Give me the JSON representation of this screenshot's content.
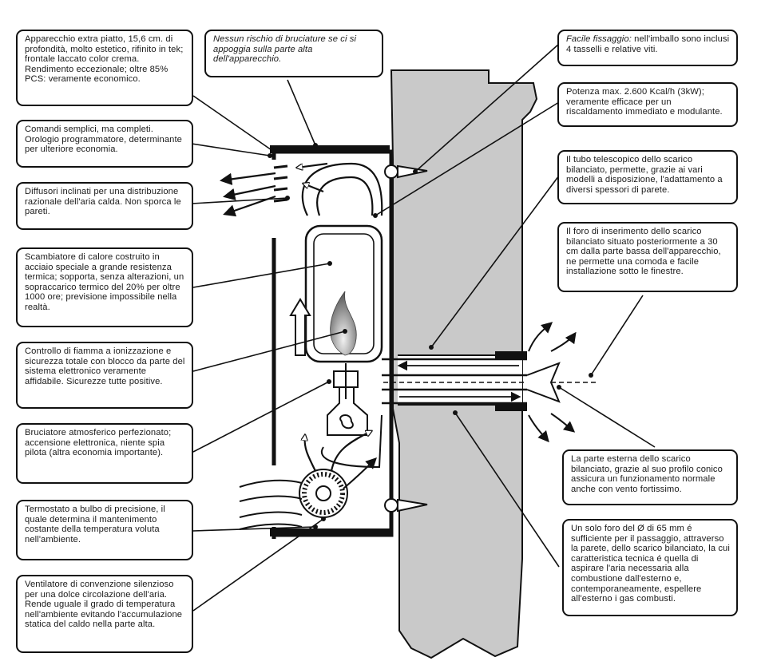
{
  "callouts": {
    "design": "Apparecchio extra piatto, 15,6 cm. di profondità, molto estetico, rifinito in tek; frontale laccato color crema. Rendimento eccezionale; oltre 85% PCS: veramente economico.",
    "burn_risk": "Nessun rischio di bruciature se ci si appoggia sulla parte alta dell'apparecchio.",
    "fixing_lead": "Facile fissaggio:",
    "fixing_rest": "nell'imballo sono inclusi 4 tasselli e relative viti.",
    "power": "Potenza max. 2.600 Kcal/h (3kW); veramente efficace per un riscaldamento immediato e modulante.",
    "controls_main": "Comandi semplici, ma completi. Orologio programmatore, determinante per ulteriore economia.",
    "diffusers": "Diffusori inclinati per una distribuzione razionale dell'aria calda. Non sporca le pareti.",
    "telescopic_tube": "Il tubo telescopico dello scarico bilanciato, permette, grazie ai vari modelli a disposizione, l'adattamento a diversi spessori di parete.",
    "inlet_hole": "Il foro di inserimento dello scarico bilanciato situato posteriormente a 30 cm dalla parte bassa dell'apparecchio, ne permette una comoda e facile installazione sotto le finestre.",
    "heat_exchanger": "Scambiatore di calore costruito in acciaio speciale a grande resistenza termica; sopporta, senza alterazioni, un sopraccarico termico del 20% per oltre 1000 ore; previsione impossibile nella realtà.",
    "flame_control_main": "Controllo di fiamma a ionizzazione e sicurezza totale con blocco da parte del sistema elettronico veramente affidabile. Sicurezze tutte positive.",
    "burner": "Bruciatore atmosferico perfezionato; accensione elettronica, niente spia pilota (altra economia importante).",
    "external_outlet": "La parte esterna dello scarico bilanciato, grazie al suo profilo conico assicura un funzionamento normale anche con vento fortissimo.",
    "thermostat": "Termostato a bulbo di precisione, il quale determina il mantenimento costante della temperatura voluta nell'ambiente.",
    "single_hole": "Un solo foro del Ø di 65 mm é sufficiente per il passaggio, attraverso la parete, dello scarico bilanciato, la cui caratteristica tecnica é quella di aspirare l'aria necessaria alla combustione dall'esterno e, contemporaneamente, espellere all'esterno i gas combusti.",
    "fan": "Ventilatore di convenzione silenzioso per una dolce circolazione dell'aria. Rende uguale il grado di temperatura nell'ambiente evitando l'accumulazione statica del caldo nella parte alta."
  },
  "colors": {
    "wall": "#c9c9c9",
    "ink": "#111111",
    "flame": "#8a8a8a"
  }
}
